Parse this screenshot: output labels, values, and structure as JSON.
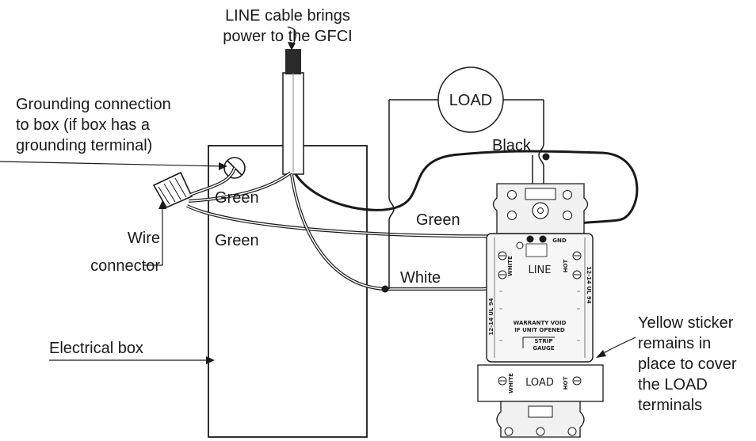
{
  "labels": {
    "line_cable": [
      "LINE cable brings",
      "power to the GFCI"
    ],
    "grounding": [
      "Grounding connection",
      "to box (if box has a",
      "grounding terminal)"
    ],
    "load": "LOAD",
    "black": "Black",
    "green_1": "Green",
    "green_2": "Green",
    "green_3": "Green",
    "white": "White",
    "wire_connector": [
      "Wire",
      "connector"
    ],
    "electrical_box": "Electrical box",
    "sticker": [
      "Yellow sticker",
      "remains in",
      "place to cover",
      "the LOAD",
      "terminals"
    ]
  },
  "device": {
    "line": "LINE",
    "load": "LOAD",
    "white_left": "WHITE",
    "hot_right": "HOT",
    "white_lower": "WHITE",
    "hot_lower": "HOT",
    "gnd": "GND",
    "warranty": [
      "WARRANTY VOID",
      "IF UNIT OPENED"
    ],
    "strip": [
      "STRIP",
      "GAUGE"
    ],
    "side_left": "12-14 UL 94",
    "side_right": "12-14 UL 94"
  }
}
